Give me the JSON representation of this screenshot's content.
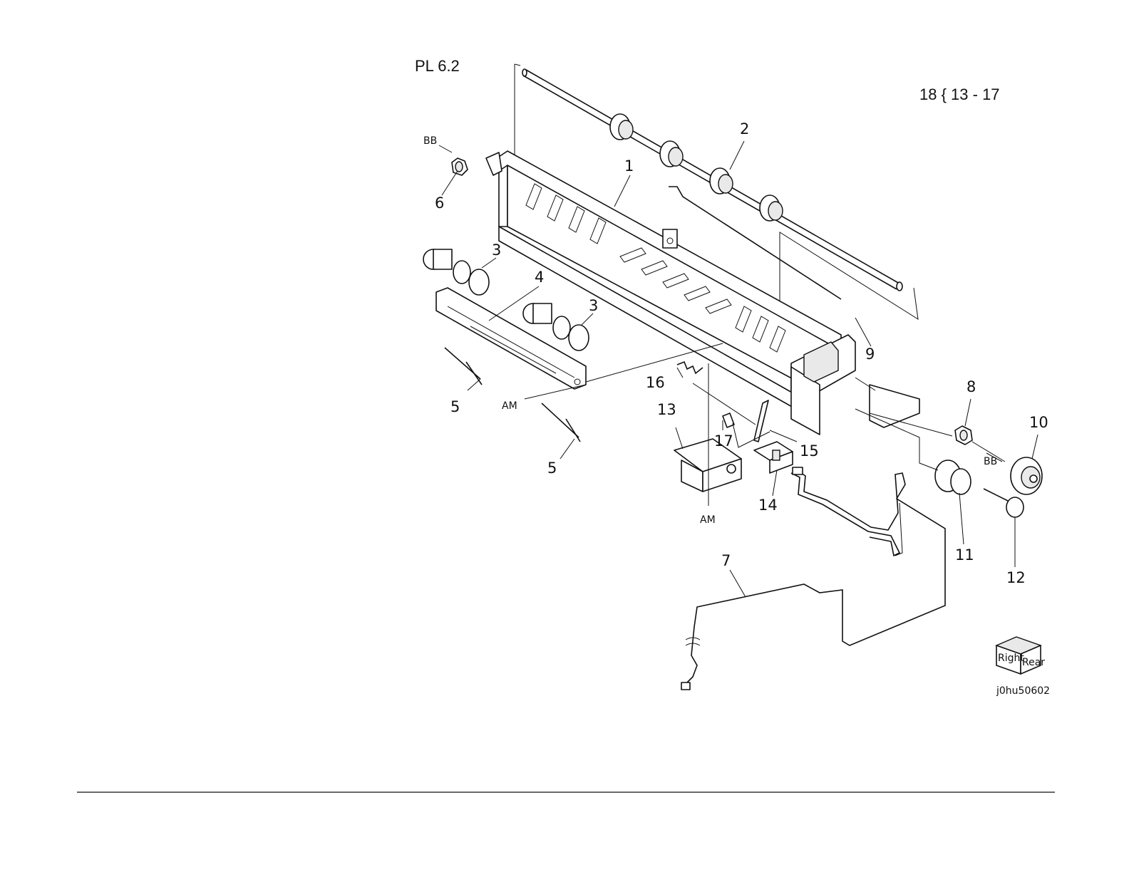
{
  "header": {
    "plate": "PL 6.2",
    "kit_note": "18 { 13 - 17"
  },
  "callouts": [
    "1",
    "2",
    "3",
    "3",
    "4",
    "5",
    "5",
    "6",
    "7",
    "8",
    "9",
    "10",
    "11",
    "12",
    "13",
    "14",
    "15",
    "16",
    "17"
  ],
  "refs": {
    "bb_left": "BB",
    "bb_right": "BB",
    "am_left": "AM",
    "am_bottom": "AM"
  },
  "orientation_cube": {
    "left_face": "Right",
    "right_face": "Rear"
  },
  "image_id": "j0hu50602"
}
